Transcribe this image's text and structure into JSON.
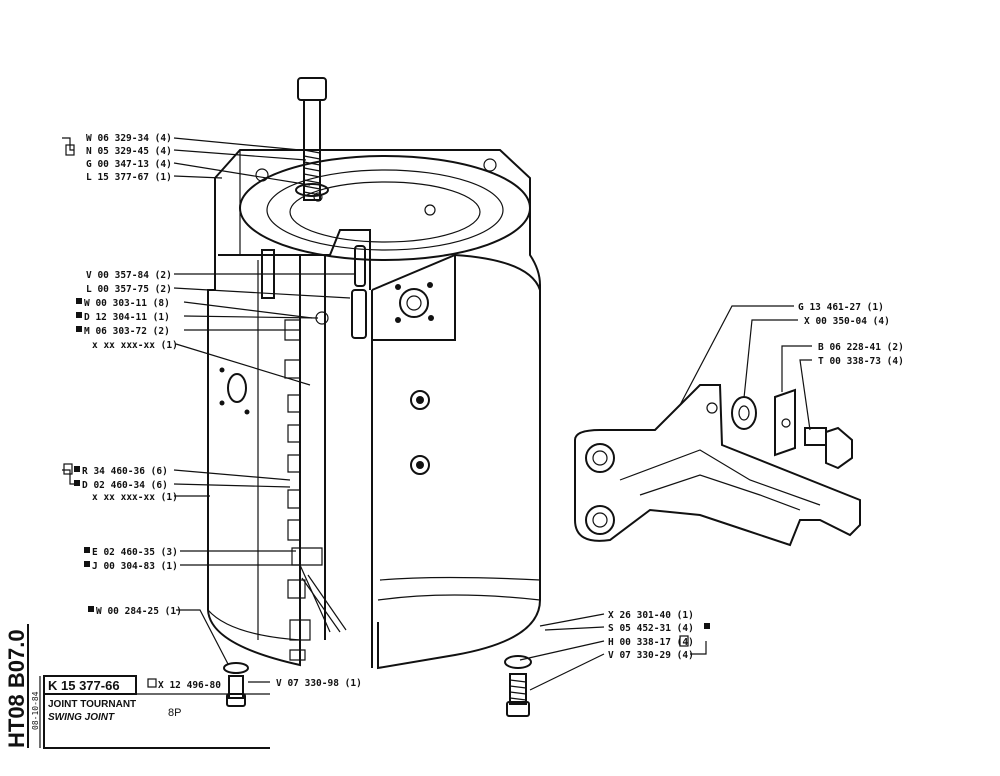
{
  "sheet": {
    "side_code": "HT08 B07.0",
    "side_date": "08-10-84",
    "part_number": "K 15 377-66",
    "kit_ref": "X 12 496-80",
    "title_fr": "JOINT TOURNANT",
    "title_en": "SWING JOINT",
    "suffix": "8P"
  },
  "left_callouts": [
    "W 06 329-34 (4)",
    "N 05 329-45 (4)",
    "G 00 347-13 (4)",
    "L 15 377-67 (1)",
    "V 00 357-84 (2)",
    "L 00 357-75 (2)",
    "W 00 303-11 (8)",
    "D 12 304-11 (1)",
    "M 06 303-72 (2)",
    "x xx xxx-xx (1)",
    "R 34 460-36 (6)",
    "D 02 460-34 (6)",
    "x xx xxx-xx (1)",
    "E 02 460-35 (3)",
    "J 00 304-83 (1)",
    "W 00 284-25 (1)"
  ],
  "bottom_callout": "V 07 330-98 (1)",
  "right_callouts": [
    "G 13 461-27 (1)",
    "X 00 350-04 (4)",
    "B 06 228-41 (2)",
    "T 00 338-73 (4)"
  ],
  "lower_right_callouts": [
    "X 26 301-40 (1)",
    "S 05 452-31 (4)",
    "H 00 338-17 (4)",
    "V 07 330-29 (4)"
  ]
}
